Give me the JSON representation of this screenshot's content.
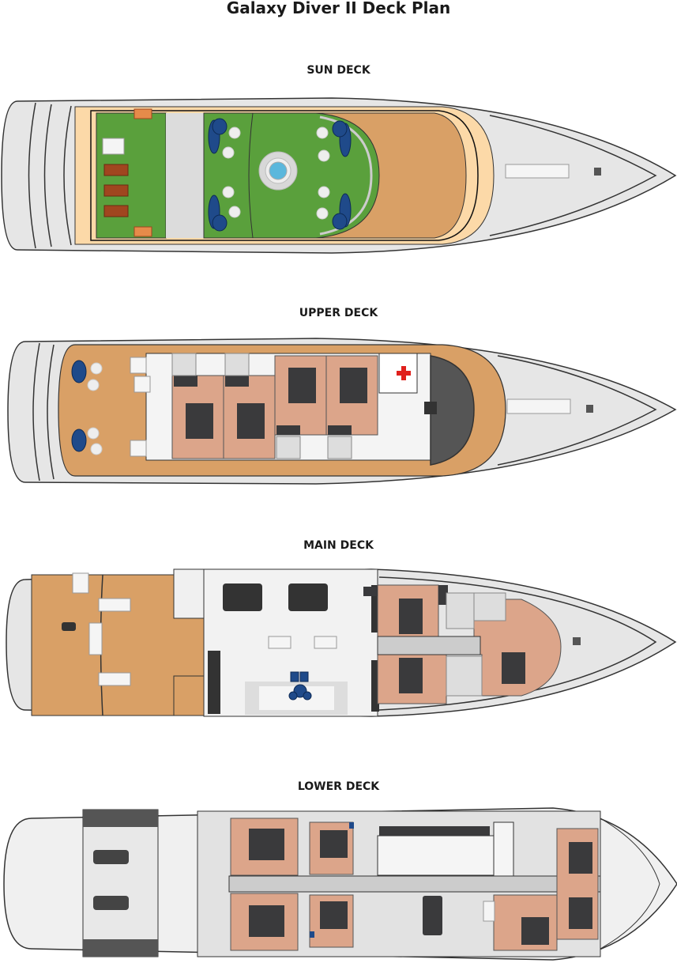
{
  "title": "Galaxy Diver II Deck Plan",
  "decks": [
    {
      "label": "SUN DECK"
    },
    {
      "label": "UPPER DECK"
    },
    {
      "label": "MAIN DECK"
    },
    {
      "label": "LOWER DECK"
    }
  ],
  "colors": {
    "hull": "#e6e6e6",
    "teak_deck": "#d9a066",
    "deck_border": "#fcd9a8",
    "astroturf": "#5aa03c",
    "sofa": "#1f4a8a",
    "cabin": "#dca58a",
    "bed": "#3a3a3c",
    "pool": "#5bb7dc",
    "lounger": "#a0461f",
    "first_aid": "#e0201c"
  }
}
